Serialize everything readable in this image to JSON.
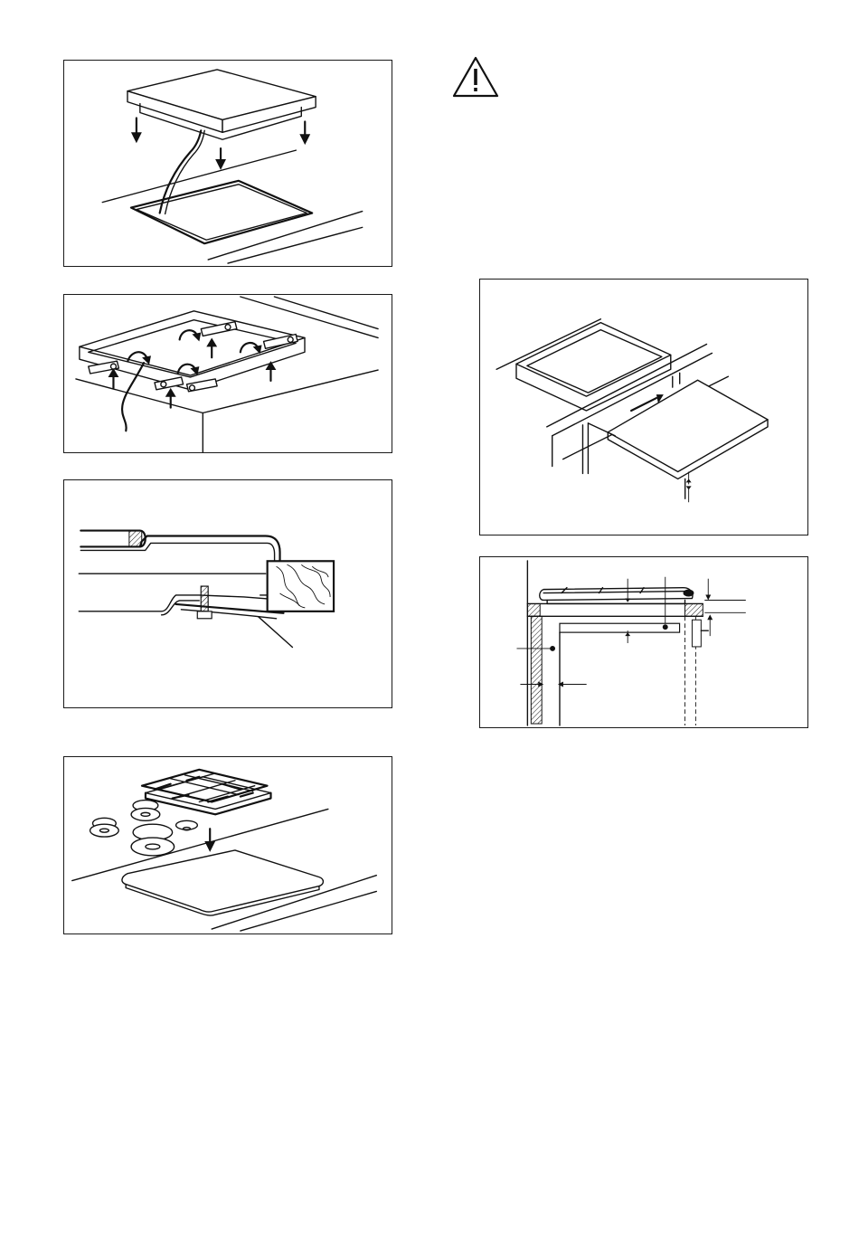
{
  "page": {
    "width": 950,
    "height": 1383,
    "background": "#ffffff"
  },
  "colors": {
    "line": "#111111",
    "frame": "#1a1a1a",
    "fill": "#ffffff"
  },
  "icons": {
    "warning": "warning-triangle-icon"
  },
  "figures": [
    {
      "id": "hob-lowered-into-cutout",
      "icons": [
        "down-arrow-icon",
        "down-arrow-icon",
        "down-arrow-icon"
      ]
    },
    {
      "id": "fixing-brackets-underside",
      "icons": [
        "rotate-arrow-icon",
        "up-arrow-icon"
      ]
    },
    {
      "id": "bracket-screw-section",
      "icons": [
        "screw-icon"
      ]
    },
    {
      "id": "pan-supports-and-burner-caps",
      "icons": [
        "grid-icon",
        "down-arrow-icon"
      ]
    },
    {
      "id": "cutout-and-panel",
      "icons": [
        "arrow-icon"
      ]
    },
    {
      "id": "installation-clearances",
      "icons": [
        "dimension-arrow-icon"
      ]
    }
  ]
}
